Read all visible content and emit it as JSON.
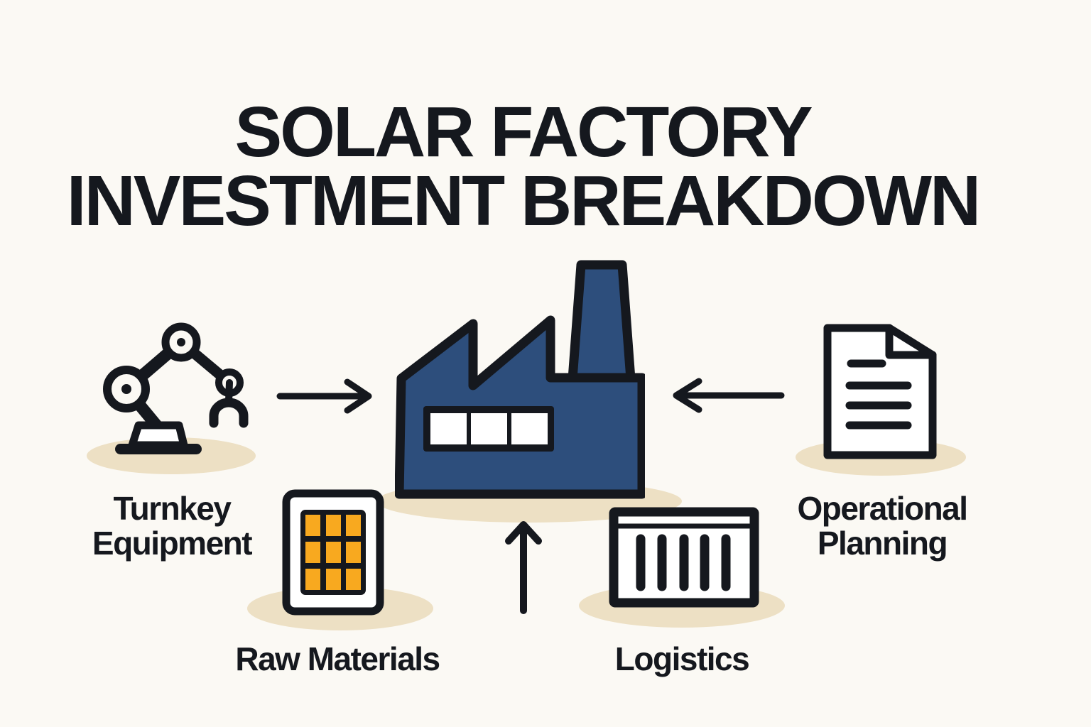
{
  "title": {
    "line1": "SOLAR FACTORY",
    "line2": "INVESTMENT BREAKDOWN"
  },
  "nodes": {
    "turnkey": {
      "label": "Turnkey Equipment",
      "icon": "robot-arm-icon"
    },
    "raw": {
      "label": "Raw Materials",
      "icon": "solar-panel-icon"
    },
    "logistics": {
      "label": "Logistics",
      "icon": "shipping-container-icon"
    },
    "operational": {
      "label": "Operational Planning",
      "icon": "document-icon"
    },
    "factory": {
      "icon": "factory-icon"
    }
  },
  "arrows": [
    {
      "id": "from-turnkey-to-factory",
      "direction": "right"
    },
    {
      "id": "from-planning-to-factory",
      "direction": "left"
    },
    {
      "id": "from-below-to-factory",
      "direction": "up"
    }
  ],
  "colors": {
    "background": "#FBF9F4",
    "ink": "#15181E",
    "factory_blue": "#2D4E7C",
    "panel_orange": "#F8A91F",
    "shadow_beige": "#EDE0C4",
    "icon_white": "#FFFFFF"
  }
}
